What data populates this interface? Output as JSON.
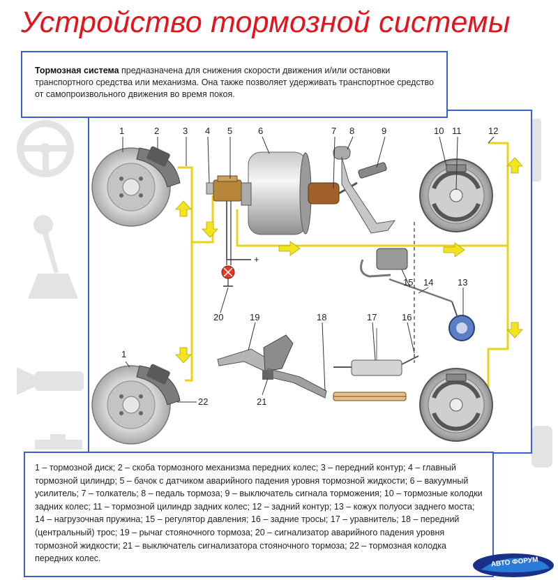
{
  "title": "Устройство тормозной системы",
  "intro": {
    "term": "Тормозная система",
    "text": " предназначена для снижения скорости движения и/или остановки транспортного средства или механизма. Она также позволяет удерживать транспортное средство от самопроизвольного движения во время покоя."
  },
  "diagram": {
    "labels": [
      "1",
      "2",
      "3",
      "4",
      "5",
      "6",
      "7",
      "8",
      "9",
      "10",
      "11",
      "12",
      "13",
      "14",
      "15",
      "16",
      "17",
      "18",
      "19",
      "20",
      "21",
      "22",
      "1"
    ],
    "plus_sign": "+"
  },
  "legend": {
    "text": "1 – тормозной диск; 2 – скоба тормозного механизма передних колес; 3 – передний контур; 4 – главный тормозной цилиндр; 5 – бачок с датчиком аварийного падения уровня тормозной жидкости; 6 – вакуумный усилитель; 7 – толкатель; 8 – педаль тормоза; 9 – выключатель сигнала торможения; 10 – тормозные колодки задних колес; 11 – тормозной цилиндр задних колес; 12 – задний контур; 13 – кожух полуоси заднего моста; 14 – нагрузочная пружина; 15 – регулятор давления; 16 – задние тросы; 17 – уравнитель; 18 – передний (центральный) трос; 19 – рычаг стояночного тормоза; 20 – сигнализатор аварийного падения уровня тормозной жидкости; 21 – выключатель сигнализатора стояночного тормоза; 22 – тормозная колодка передних колес."
  },
  "logo": {
    "text": "АВТО ФОРУМ"
  },
  "colors": {
    "title": "#e5131c",
    "frame": "#3a5fd0",
    "brake_line": "#e8d21a",
    "arrow": "#f2e41e",
    "background_icons": "#e3e3e3"
  }
}
